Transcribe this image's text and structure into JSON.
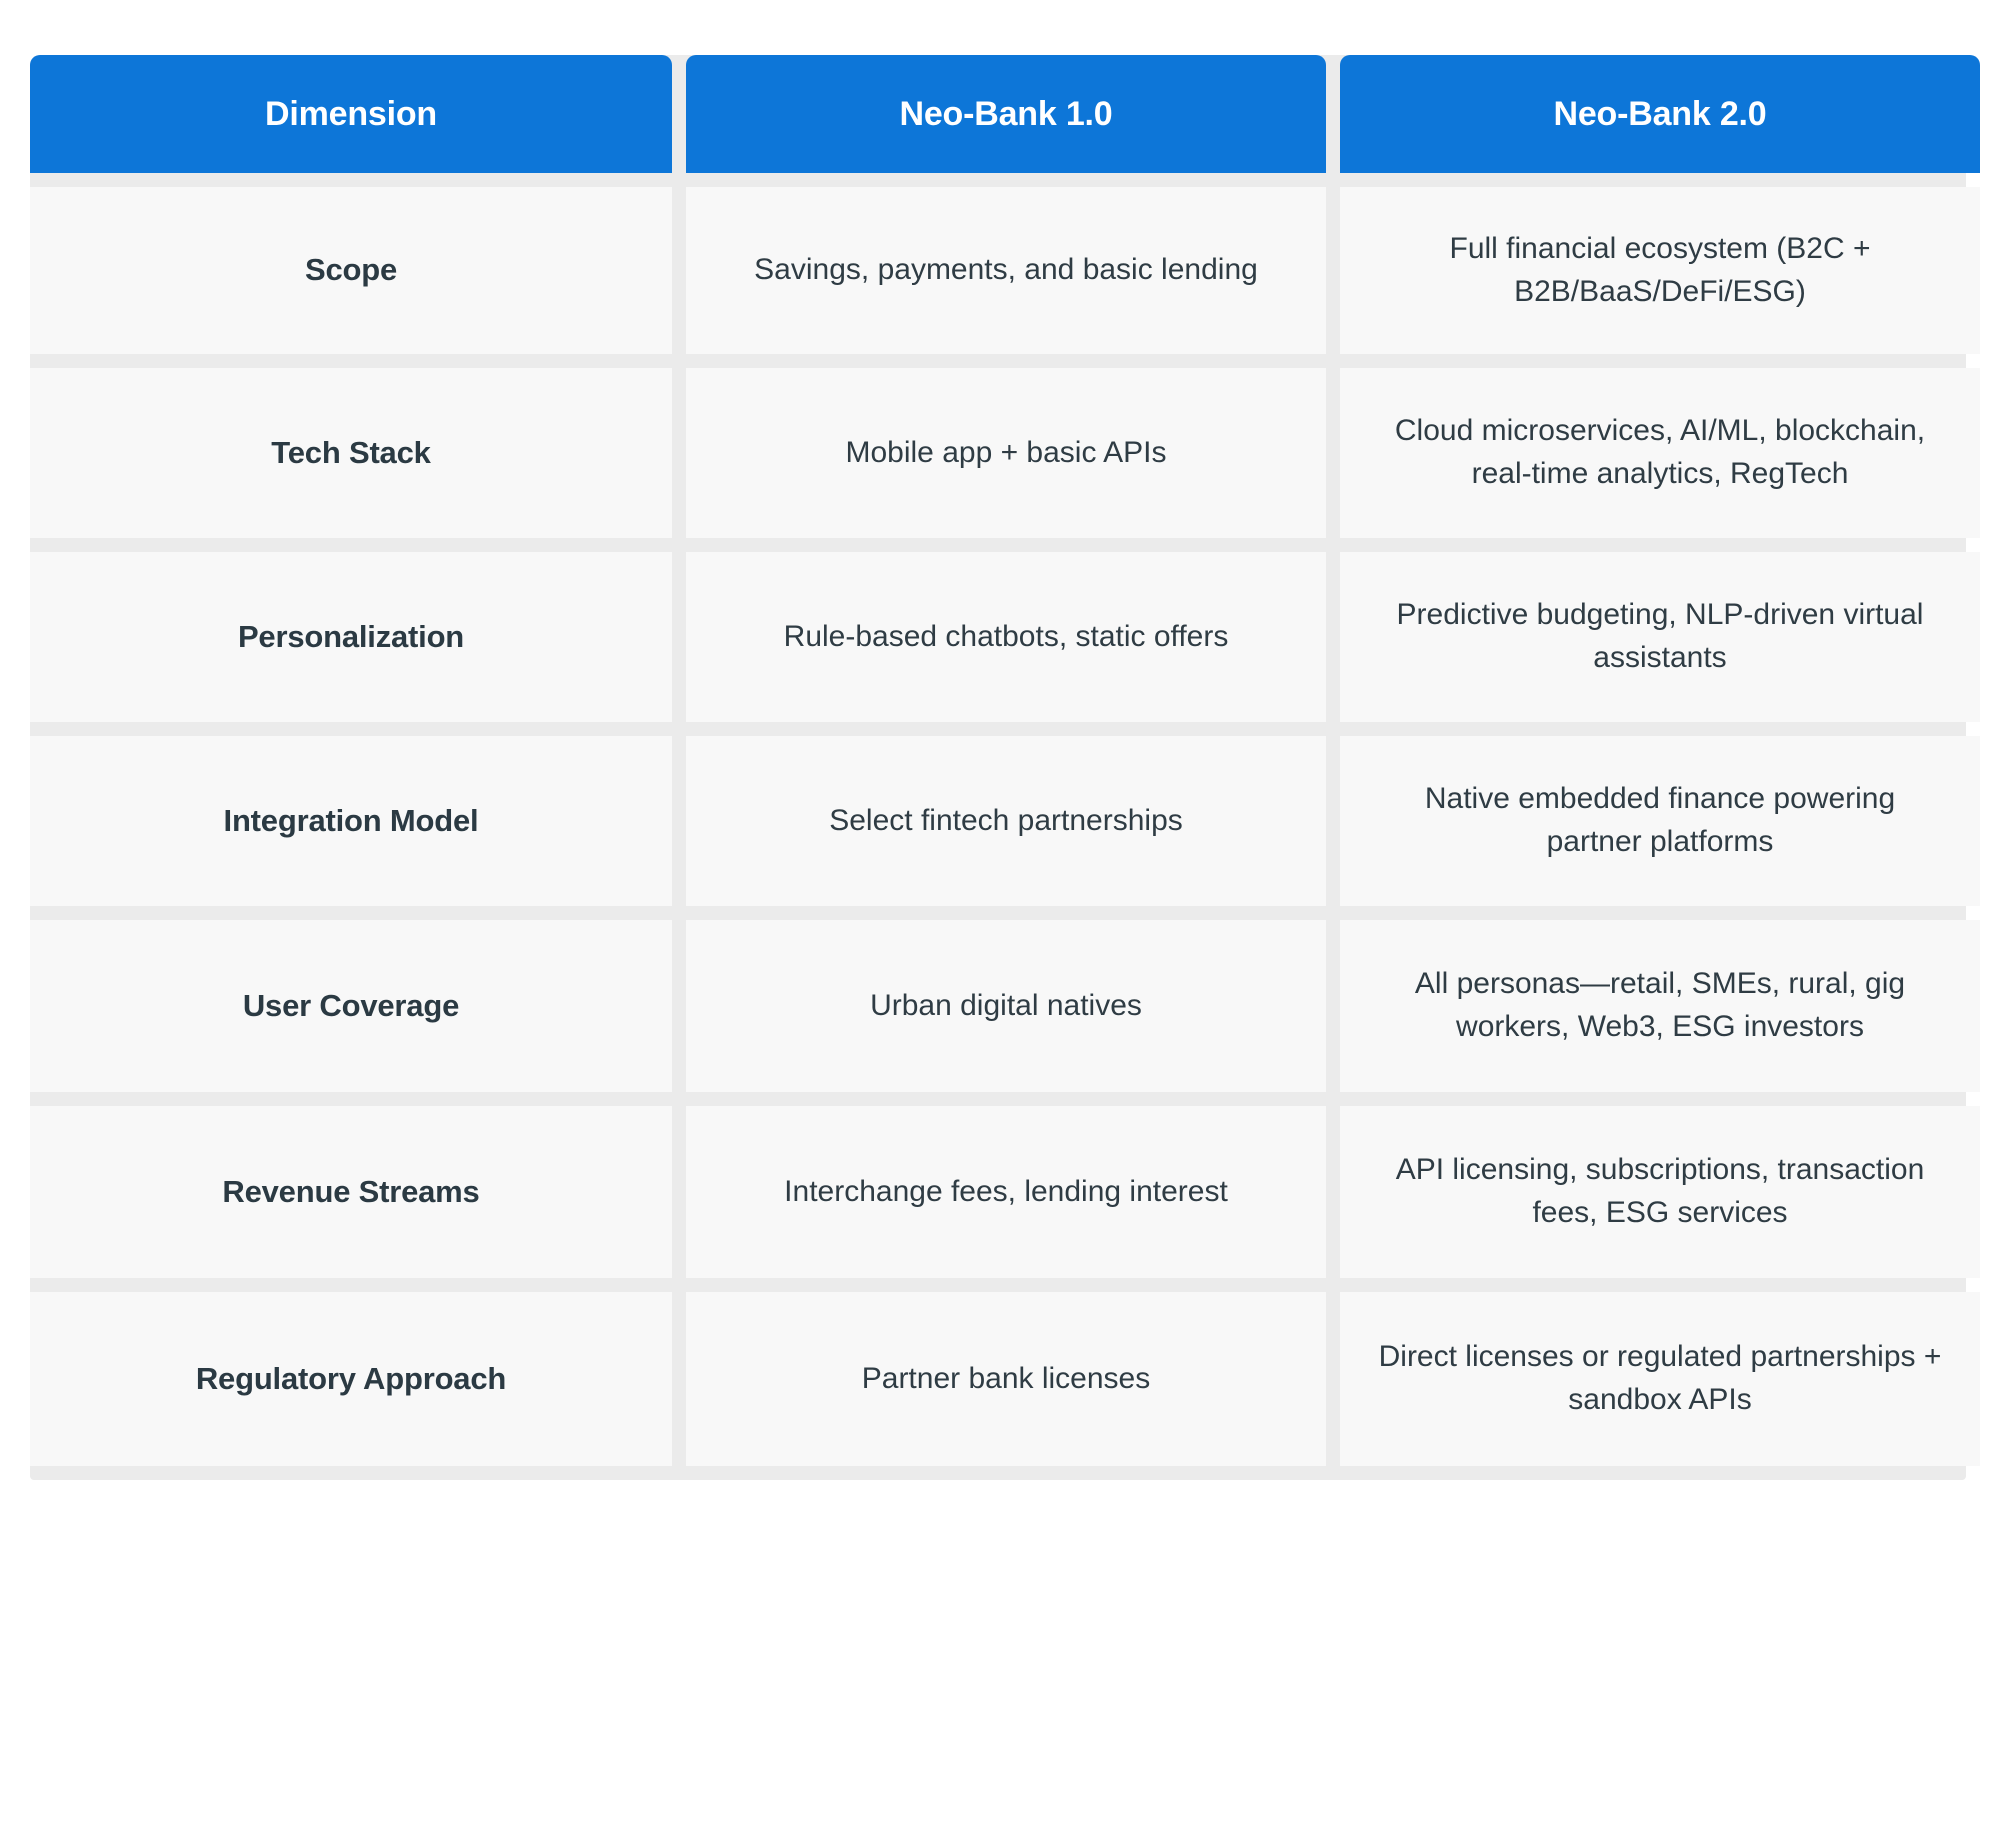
{
  "table": {
    "columns": [
      {
        "key": "dimension",
        "label": "Dimension"
      },
      {
        "key": "v1",
        "label": "Neo-Bank 1.0"
      },
      {
        "key": "v2",
        "label": "Neo-Bank 2.0"
      }
    ],
    "header_bg": "#0d76d8",
    "header_text_color": "#ffffff",
    "cell_bg": "#f8f8f8",
    "grid_bg": "#ebebeb",
    "body_text_color": "#2f3c44",
    "rows": [
      {
        "dimension": "Scope",
        "v1": "Savings, payments, and basic lending",
        "v2": "Full financial ecosystem (B2C + B2B/BaaS/DeFi/ESG)"
      },
      {
        "dimension": "Tech Stack",
        "v1": "Mobile app + basic APIs",
        "v2": "Cloud microservices, AI/ML, blockchain, real-time analytics, RegTech"
      },
      {
        "dimension": "Personalization",
        "v1": "Rule-based chatbots, static offers",
        "v2": "Predictive budgeting, NLP-driven virtual assistants"
      },
      {
        "dimension": "Integration Model",
        "v1": "Select fintech partnerships",
        "v2": "Native embedded finance powering partner platforms"
      },
      {
        "dimension": "User Coverage",
        "v1": "Urban digital natives",
        "v2": "All personas—retail, SMEs, rural, gig workers, Web3, ESG investors"
      },
      {
        "dimension": "Revenue Streams",
        "v1": "Interchange fees, lending interest",
        "v2": "API licensing, subscriptions, transaction fees, ESG services"
      },
      {
        "dimension": "Regulatory Approach",
        "v1": "Partner bank licenses",
        "v2": "Direct licenses or regulated partnerships + sandbox APIs"
      }
    ]
  }
}
